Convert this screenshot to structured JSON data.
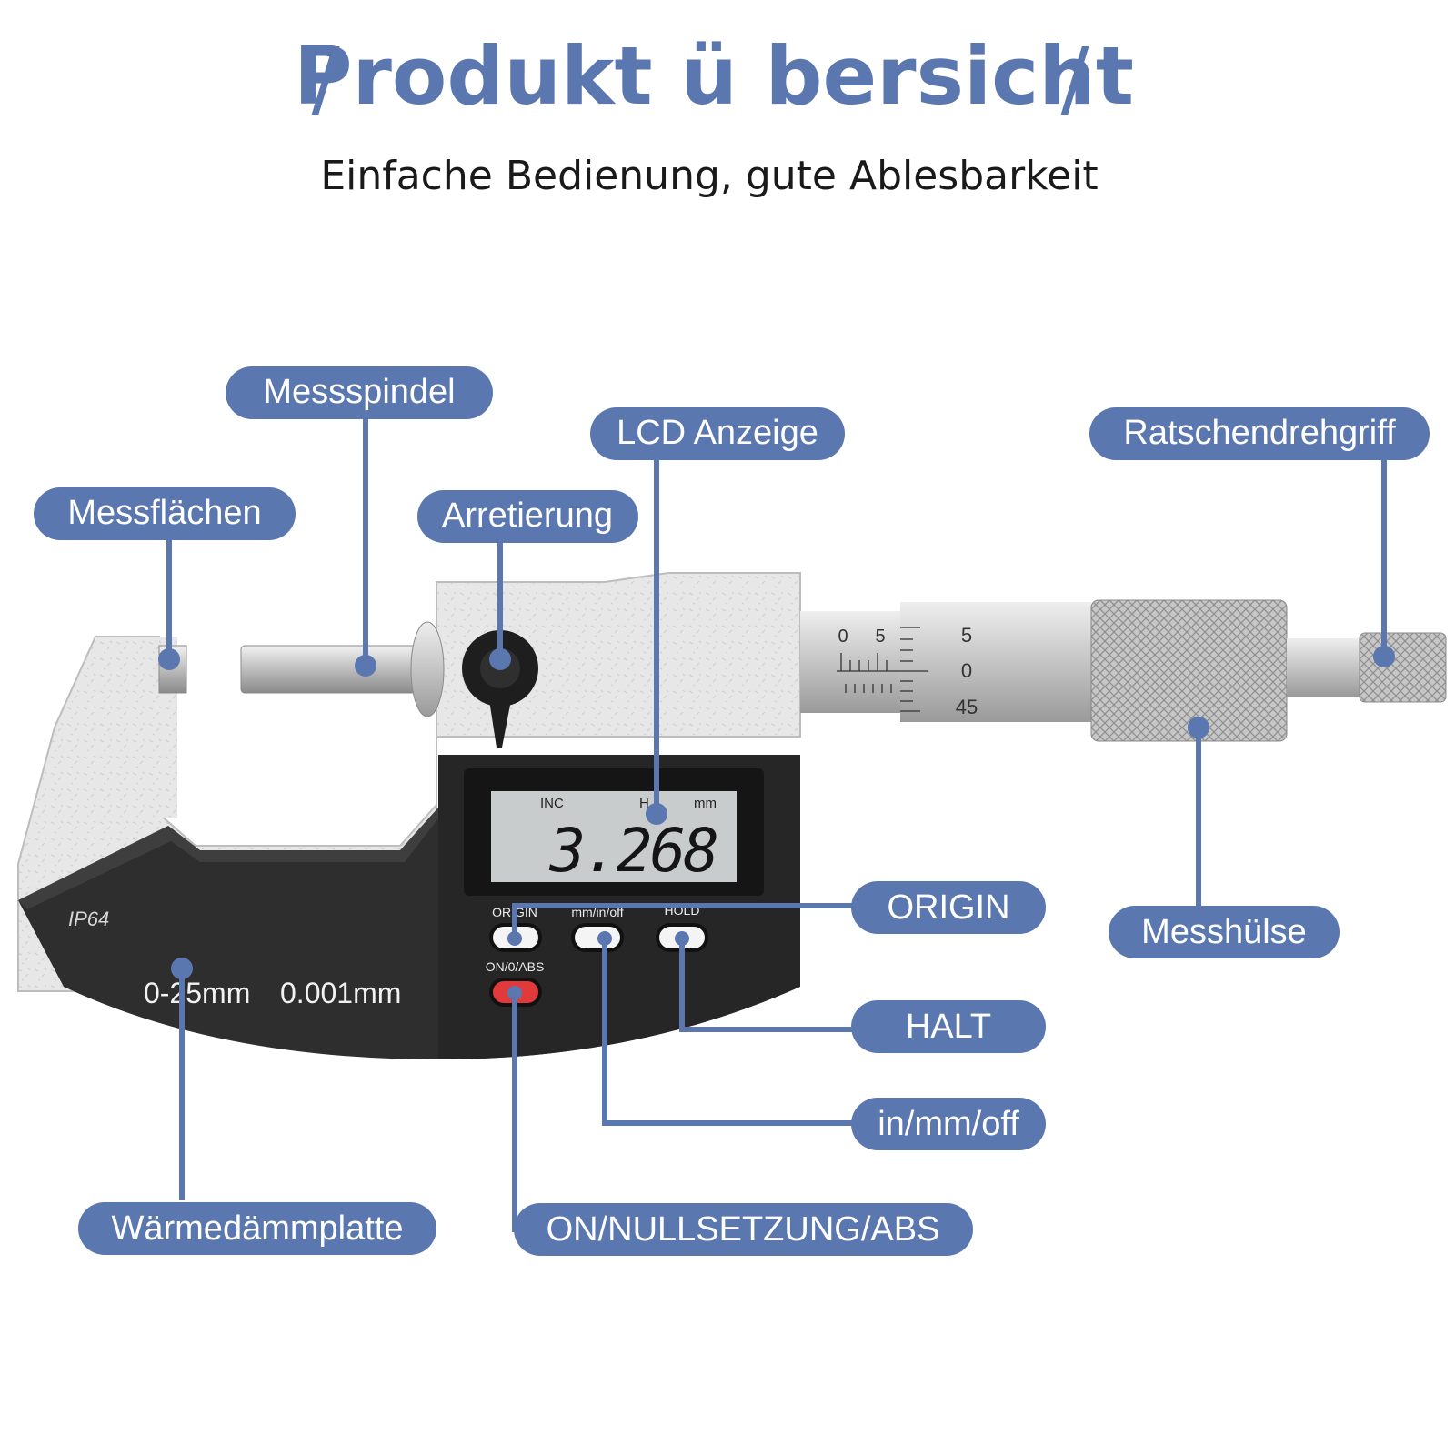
{
  "header": {
    "title": "Produkt ü bersicht",
    "slash": "/",
    "subtitle": "Einfache Bedienung, gute Ablesbarkeit"
  },
  "colors": {
    "accent": "#5b77b0",
    "body_gray": "#2e2e2e",
    "frame_light": "#e6e6e6",
    "lcd": "#c9cccc",
    "red_button": "#e03a3a"
  },
  "callouts": {
    "messflaechen": "Messflächen",
    "messspindel": "Messspindel",
    "arretierung": "Arretierung",
    "lcd_anzeige": "LCD Anzeige",
    "ratsche": "Ratschendrehgriff",
    "origin": "ORIGIN",
    "messhuelse": "Messhülse",
    "halt": "HALT",
    "in_mm_off": "in/mm/off",
    "on_null_abs": "ON/NULLSETZUNG/ABS",
    "waermedaemm": "Wärmedämmplatte"
  },
  "device": {
    "ip_rating": "IP64",
    "range": "0-25mm",
    "resolution": "0.001mm",
    "lcd_value": "3.268",
    "lcd_inc": "INC",
    "lcd_h": "H",
    "lcd_unit": "mm",
    "btn_origin": "ORIGIN",
    "btn_mode": "mm/in/off",
    "btn_hold": "HOLD",
    "btn_on": "ON/0/ABS",
    "sleeve_marks": [
      "0",
      "5"
    ],
    "thimble_marks": [
      "5",
      "0",
      "45"
    ]
  }
}
